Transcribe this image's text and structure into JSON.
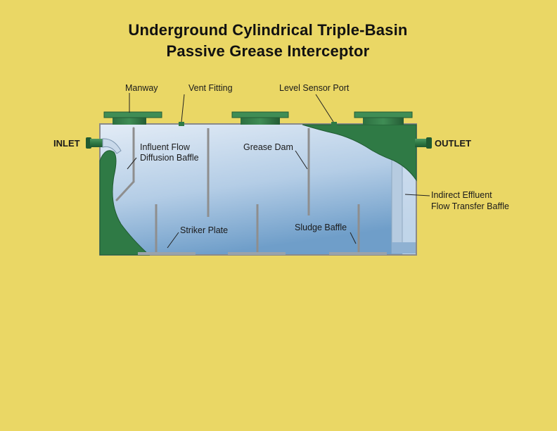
{
  "colors": {
    "background": "#ead765",
    "green": "#2f7a45",
    "green_dark": "#1f5a31",
    "water_light": "#d6e4f2",
    "water_dark": "#6f9ec9",
    "baffle": "#9a9a9a"
  },
  "title": {
    "line1": "Underground Cylindrical Triple-Basin",
    "line2": "Passive Grease Interceptor"
  },
  "labels": {
    "manway": "Manway",
    "vent_fitting": "Vent Fitting",
    "level_sensor_port": "Level Sensor Port",
    "inlet": "INLET",
    "outlet": "OUTLET",
    "influent_line1": "Influent Flow",
    "influent_line2": "Diffusion Baffle",
    "grease_dam": "Grease Dam",
    "indirect_line1": "Indirect Effluent",
    "indirect_line2": "Flow Transfer Baffle",
    "striker_plate": "Striker Plate",
    "sludge_baffle": "Sludge Baffle"
  }
}
